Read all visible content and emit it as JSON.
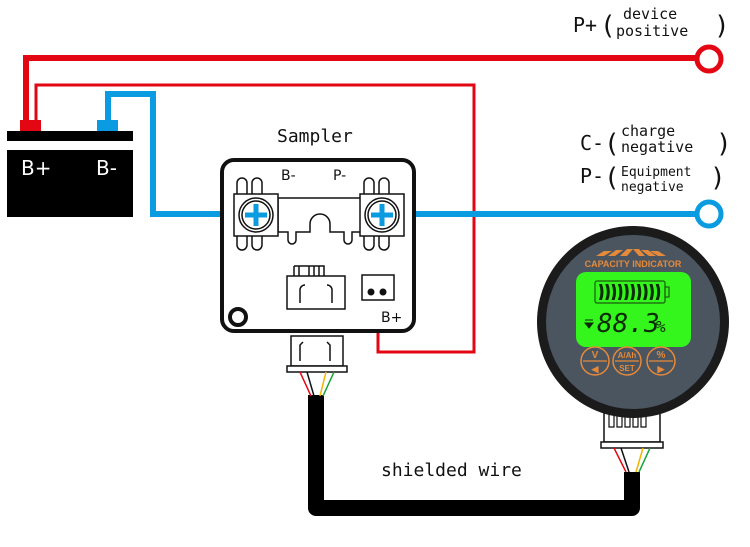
{
  "terminals": {
    "p_plus": {
      "prefix": "P+",
      "line1": "device",
      "line2": "positive"
    },
    "c_minus": {
      "prefix": "C-",
      "line1": "charge",
      "line2": "negative"
    },
    "p_minus": {
      "prefix": "P-",
      "line1": "Equipment",
      "line2": "negative"
    }
  },
  "battery": {
    "pos_label": "B+",
    "neg_label": "B-"
  },
  "sampler": {
    "title": "Sampler",
    "b_minus_label": "B-",
    "p_minus_label": "P-",
    "b_plus_label": "B+"
  },
  "meter": {
    "brand_label": "CAPACITY INDICATOR",
    "reading": "88.3",
    "unit": "%",
    "battery_level": 1.0,
    "buttons": [
      {
        "top": "V",
        "bottom": "◀"
      },
      {
        "top": "A/Ah",
        "bottom": "SET"
      },
      {
        "top": "%",
        "bottom": "▶"
      }
    ]
  },
  "cable": {
    "label": "shielded wire"
  },
  "colors": {
    "positive_wire": "#e30613",
    "negative_wire": "#0a9be0",
    "shield": "#000000",
    "lcd": "#34f51c",
    "accent": "#e58a3a",
    "meter_face": "#4a5560"
  }
}
